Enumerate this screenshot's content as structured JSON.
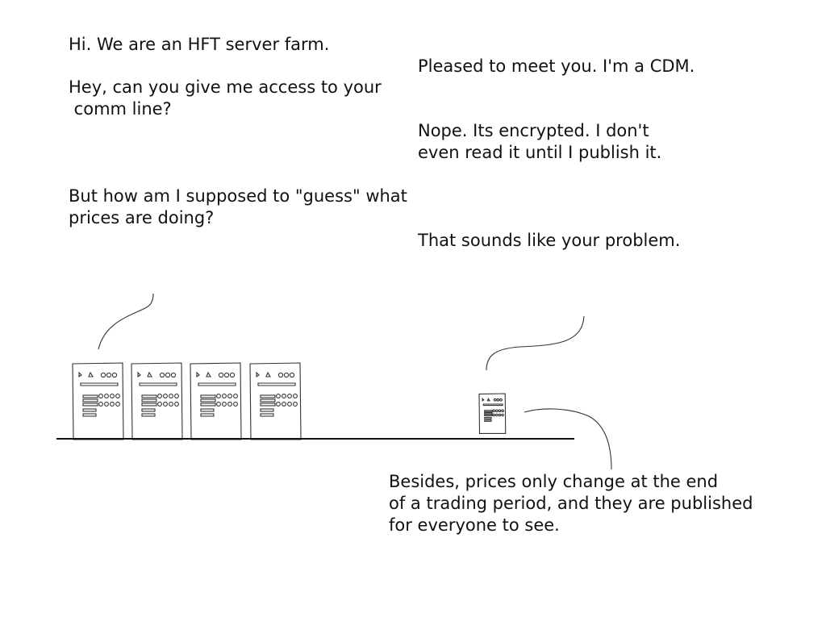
{
  "dialogue": {
    "farm_1": [
      "Hi. We are an HFT server farm."
    ],
    "cdm_1": [
      "Pleased to meet you. I'm a CDM."
    ],
    "farm_2": [
      "Hey, can you give me access to your",
      " comm line?"
    ],
    "cdm_2": [
      "Nope. Its encrypted. I don't",
      "even read it until I publish it."
    ],
    "farm_3": [
      "But how am I supposed to \"guess\" what",
      "prices are doing?"
    ],
    "cdm_3": [
      "That sounds like your problem."
    ],
    "cdm_4": [
      "Besides, prices only change at the end",
      "of a trading period, and they are published",
      "for everyone to see."
    ]
  },
  "colors": {
    "ink": "#111111",
    "background": "#ffffff"
  }
}
